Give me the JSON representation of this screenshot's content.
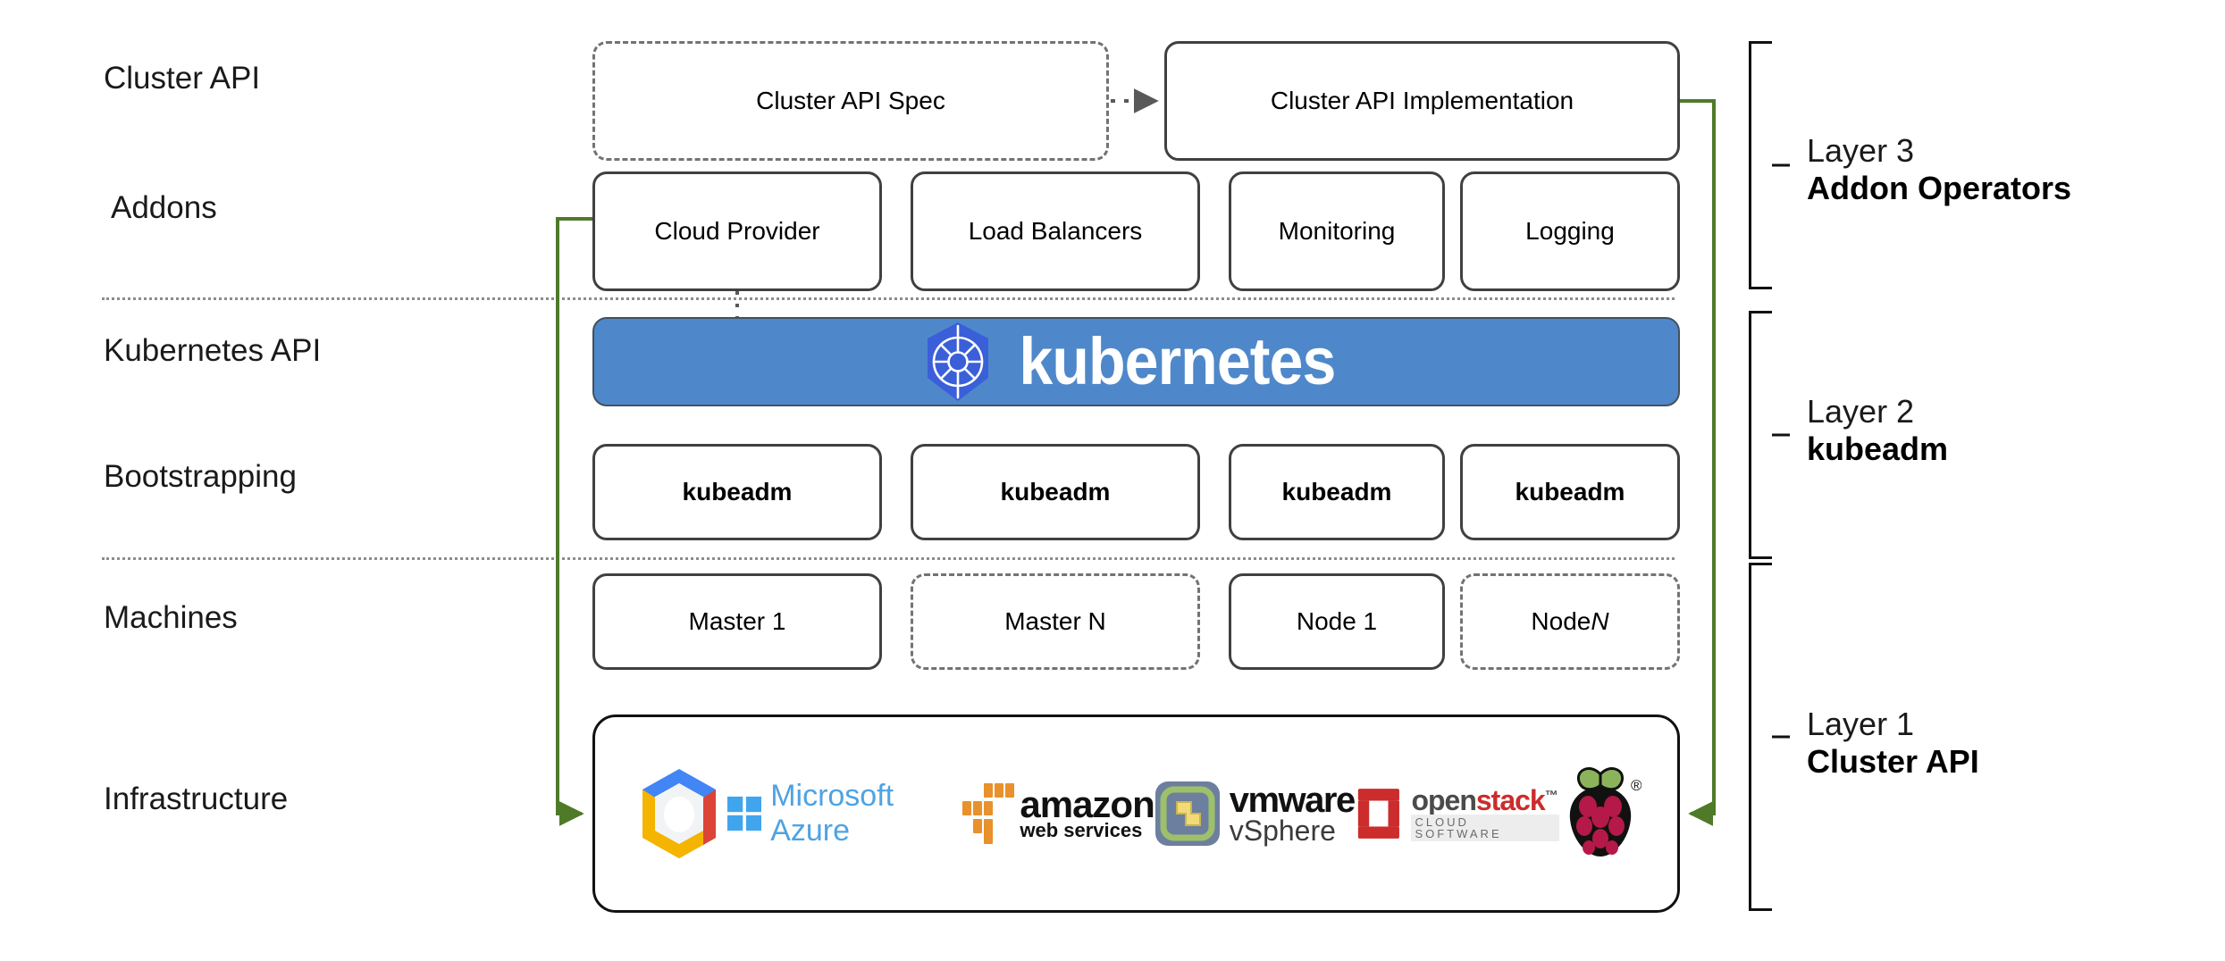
{
  "diagram": {
    "title": "Kubernetes Cluster API layered architecture",
    "accent_green": "#4f7a28",
    "kubernetes_blue": "#4e88ca",
    "box_border": "#595959"
  },
  "row_labels": [
    {
      "text": "Cluster API"
    },
    {
      "text": "Addons"
    },
    {
      "text": "Kubernetes API"
    },
    {
      "text": "Bootstrapping"
    },
    {
      "text": "Machines"
    },
    {
      "text": "Infrastructure"
    }
  ],
  "cluster_api_row": [
    {
      "label": "Cluster API Spec",
      "style": "dashed"
    },
    {
      "label": "Cluster API Implementation",
      "style": "solid"
    }
  ],
  "addons_row": [
    {
      "label": "Cloud Provider"
    },
    {
      "label": "Load Balancers"
    },
    {
      "label": "Monitoring"
    },
    {
      "label": "Logging"
    }
  ],
  "kubernetes_api_row": {
    "wordmark": "kubernetes",
    "logo_name": "kubernetes-helm-wheel-icon"
  },
  "bootstrapping_row": [
    {
      "label": "kubeadm"
    },
    {
      "label": "kubeadm"
    },
    {
      "label": "kubeadm"
    },
    {
      "label": "kubeadm"
    }
  ],
  "machines_row": [
    {
      "label": "Master 1",
      "style": "solid",
      "italic_suffix": ""
    },
    {
      "label": "Master N",
      "style": "dashed",
      "italic_suffix": ""
    },
    {
      "label": "Node 1",
      "style": "solid",
      "italic_suffix": ""
    },
    {
      "label": "Node ",
      "style": "dashed",
      "italic_suffix": "N"
    }
  ],
  "infrastructure_row": {
    "providers": [
      {
        "name": "google-cloud-platform-logo",
        "alt": "Google Cloud Platform"
      },
      {
        "name": "microsoft-azure-logo",
        "alt": "Microsoft Azure",
        "wordmark": "Microsoft Azure"
      },
      {
        "name": "amazon-web-services-logo",
        "alt": "Amazon Web Services",
        "wordmark": "amazon",
        "sub": "web services"
      },
      {
        "name": "vmware-vsphere-logo",
        "alt": "VMware vSphere",
        "wordmark": "vmware",
        "sub": "vSphere"
      },
      {
        "name": "openstack-logo",
        "alt": "OpenStack Cloud Software",
        "wordmark_a": "open",
        "wordmark_b": "stack",
        "tm": "™",
        "sub": "CLOUD SOFTWARE"
      },
      {
        "name": "raspberry-pi-logo",
        "alt": "Raspberry Pi",
        "registered": "®"
      }
    ]
  },
  "layers": [
    {
      "number": "Layer 3",
      "name": "Addon Operators"
    },
    {
      "number": "Layer 2",
      "name": "kubeadm"
    },
    {
      "number": "Layer 1",
      "name": "Cluster API"
    }
  ],
  "connectors": [
    {
      "name": "spec-to-implementation-arrow",
      "style": "dotted",
      "direction": "right"
    },
    {
      "name": "cloud-provider-to-kubernetes-line",
      "style": "dotted",
      "direction": "down"
    },
    {
      "name": "cloud-provider-to-infrastructure-arrow",
      "style": "solid-green",
      "direction": "down-right"
    },
    {
      "name": "implementation-to-infrastructure-arrow",
      "style": "solid-green",
      "direction": "down-left"
    }
  ]
}
